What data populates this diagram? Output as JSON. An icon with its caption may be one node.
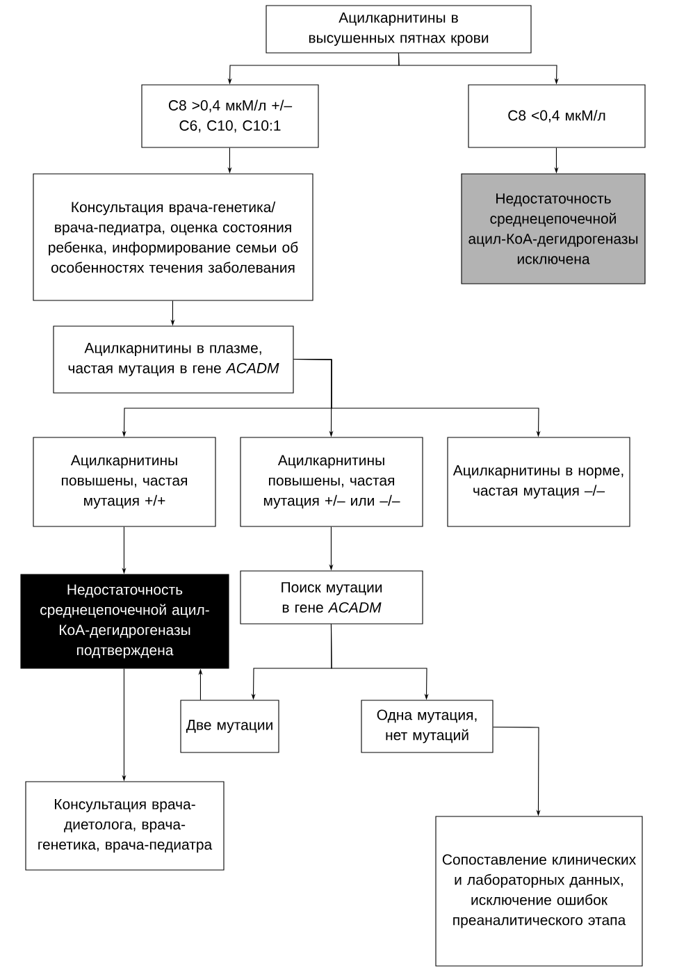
{
  "diagram": {
    "nodes": [
      {
        "text": [
          "Ацилкарнитины в высушенных пятнах крови"
        ]
      },
      {
        "text": [
          "C8 >0,4 мкМ/л +/– C6, C10, C10:1"
        ]
      },
      {
        "text": [
          "C8 <0,4 мкМ/л"
        ]
      },
      {
        "text": [
          "Консультация врача-генетика/ врача-педиатра, оценка состояния ребенка, информирование семьи об особенностях течения заболевания"
        ]
      },
      {
        "text": [
          "Недостаточность среднецепочечной ацил-КоА-дегидрогеназы исключена"
        ]
      },
      {
        "text": [
          "Ацилкарнитины в плазме, частая мутация в гене *ACADM*"
        ]
      },
      {
        "text": [
          "Ацилкарнитины повышены, частая мутация +/+"
        ]
      },
      {
        "text": [
          "Ацилкарнитины повышены, частая мутация +/– или –/–"
        ]
      },
      {
        "text": [
          "Ацилкарнитины в норме, частая мутация –/–"
        ]
      },
      {
        "text": [
          "Недостаточность среднецепочечной ацил-КоА-дегидрогеназы подтверждена"
        ]
      },
      {
        "text": [
          "Поиск мутации в гене *ACADM*"
        ]
      },
      {
        "text": [
          "Две мутации"
        ]
      },
      {
        "text": [
          "Одна мутация, нет мутаций"
        ]
      },
      {
        "text": [
          "Консультация врача-диетолога, врача-генетика, врача-педиатра"
        ]
      },
      {
        "text": [
          "Сопоставление клинических и лабораторных данных, исключение ошибок преаналитического этапа"
        ]
      }
    ],
    "edges": [
      {
        "from": 0,
        "to": 1,
        "arrow": "to"
      },
      {
        "from": 0,
        "to": 2,
        "arrow": "to"
      },
      {
        "from": 1,
        "to": 3,
        "arrow": "to"
      },
      {
        "from": 2,
        "to": 4,
        "arrow": "to"
      },
      {
        "from": 3,
        "to": 5,
        "arrow": "to"
      },
      {
        "from": 5,
        "to": 6,
        "arrow": "to"
      },
      {
        "from": 5,
        "to": 7,
        "arrow": "to"
      },
      {
        "from": 5,
        "to": 8,
        "arrow": "to"
      },
      {
        "from": 6,
        "to": 9,
        "arrow": "to"
      },
      {
        "from": 7,
        "to": 10,
        "arrow": "to"
      },
      {
        "from": 10,
        "to": 11,
        "arrow": "to"
      },
      {
        "from": 10,
        "to": 12,
        "arrow": "to"
      },
      {
        "from": 11,
        "to": 9,
        "arrow": "to"
      },
      {
        "from": 9,
        "to": 13,
        "arrow": "to"
      },
      {
        "from": 12,
        "to": 14,
        "arrow": "to"
      }
    ]
  }
}
